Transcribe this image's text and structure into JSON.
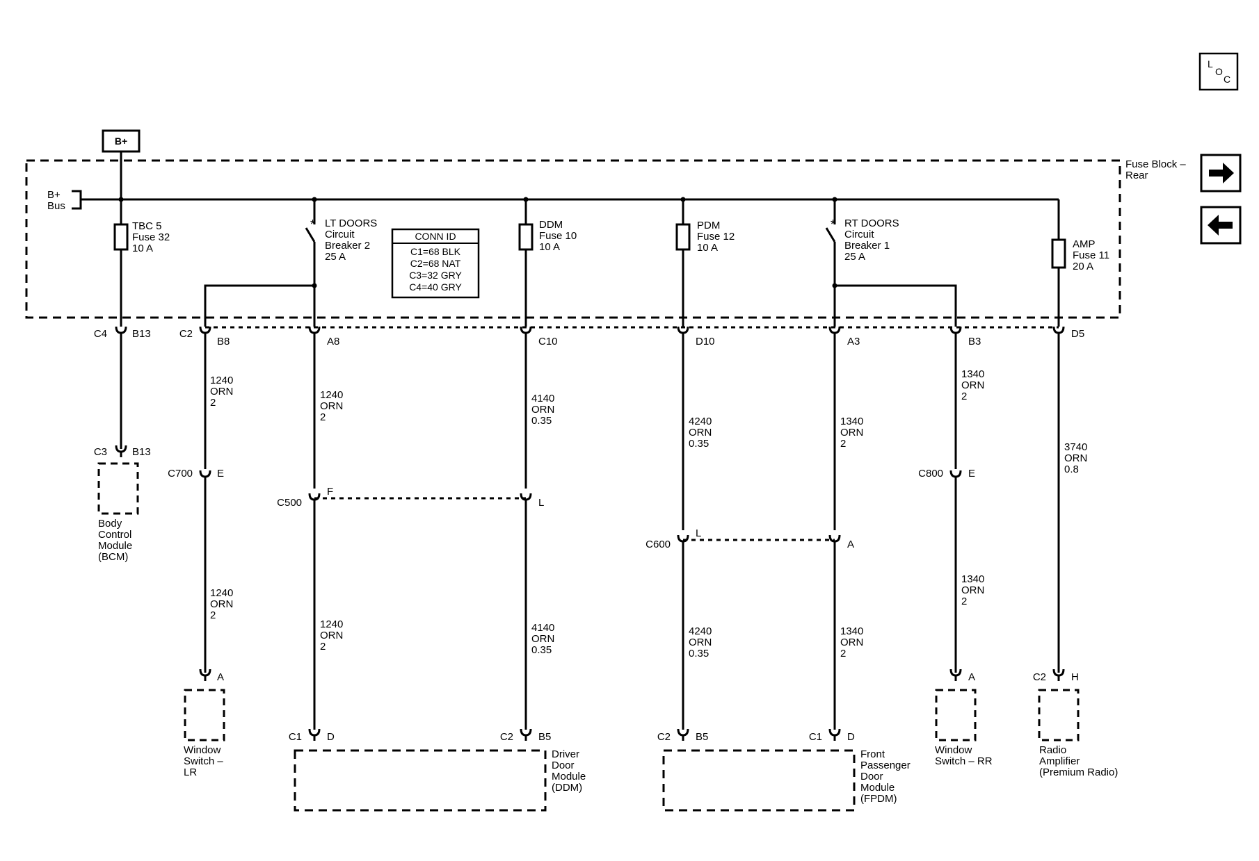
{
  "nav": {
    "loc": {
      "l": "L",
      "o": "O",
      "c": "C"
    }
  },
  "power": {
    "source": "B+",
    "bus": [
      "B+",
      "Bus"
    ],
    "block": [
      "Fuse Block –",
      "Rear"
    ]
  },
  "conn_id": {
    "title": "CONN ID",
    "rows": [
      "C1=68 BLK",
      "C2=68 NAT",
      "C3=32 GRY",
      "C4=40 GRY"
    ]
  },
  "circuits": [
    {
      "device": [
        "TBC 5",
        "Fuse 32",
        "10 A"
      ],
      "conn": "C4",
      "pin": "B13",
      "wire": []
    },
    {
      "device": [],
      "conn": "C2",
      "pin": "B8",
      "wire": [
        "1240",
        "ORN",
        "2"
      ]
    },
    {
      "device": [
        "LT DOORS",
        "Circuit",
        "Breaker 2",
        "25 A"
      ],
      "conn": "",
      "pin": "A8",
      "wire": [
        "1240",
        "ORN",
        "2"
      ]
    },
    {
      "device": [
        "DDM",
        "Fuse 10",
        "10 A"
      ],
      "conn": "",
      "pin": "C10",
      "wire": [
        "4140",
        "ORN",
        "0.35"
      ]
    },
    {
      "device": [
        "PDM",
        "Fuse 12",
        "10 A"
      ],
      "conn": "",
      "pin": "D10",
      "wire": [
        "4240",
        "ORN",
        "0.35"
      ]
    },
    {
      "device": [
        "RT DOORS",
        "Circuit",
        "Breaker 1",
        "25 A"
      ],
      "conn": "",
      "pin": "A3",
      "wire": [
        "1340",
        "ORN",
        "2"
      ]
    },
    {
      "device": [],
      "conn": "",
      "pin": "B3",
      "wire": [
        "1340",
        "ORN",
        "2"
      ]
    },
    {
      "device": [
        "AMP",
        "Fuse 11",
        "20 A"
      ],
      "conn": "",
      "pin": "D5",
      "wire": [
        "3740",
        "ORN",
        "0.8"
      ]
    }
  ],
  "inline": [
    {
      "conn": "C700",
      "pin": "E"
    },
    {
      "conn": "C500",
      "pin1": "F",
      "pin2": "L"
    },
    {
      "conn": "C600",
      "pin1": "L",
      "pin2": "A"
    },
    {
      "conn": "C800",
      "pin": "E"
    }
  ],
  "lower_wires": [
    [
      "1240",
      "ORN",
      "2"
    ],
    [
      "1240",
      "ORN",
      "2"
    ],
    [
      "4140",
      "ORN",
      "0.35"
    ],
    [
      "4240",
      "ORN",
      "0.35"
    ],
    [
      "1340",
      "ORN",
      "2"
    ],
    [
      "1340",
      "ORN",
      "2"
    ]
  ],
  "modules": [
    {
      "name": [
        "Body",
        "Control",
        "Module",
        "(BCM)"
      ],
      "conn": "C3",
      "pin": "B13"
    },
    {
      "name": [
        "Window",
        "Switch –",
        "LR"
      ],
      "conn": "",
      "pin": "A"
    },
    {
      "name": [
        "Driver",
        "Door",
        "Module",
        "(DDM)"
      ],
      "conn1": "C1",
      "pin1": "D",
      "conn2": "C2",
      "pin2": "B5"
    },
    {
      "name": [
        "Front",
        "Passenger",
        "Door",
        "Module",
        "(FPDM)"
      ],
      "conn1": "C2",
      "pin1": "B5",
      "conn2": "C1",
      "pin2": "D"
    },
    {
      "name": [
        "Window",
        "Switch – RR"
      ],
      "conn": "",
      "pin": "A"
    },
    {
      "name": [
        "Radio",
        "Amplifier",
        "(Premium Radio)"
      ],
      "conn": "C2",
      "pin": "H"
    }
  ]
}
